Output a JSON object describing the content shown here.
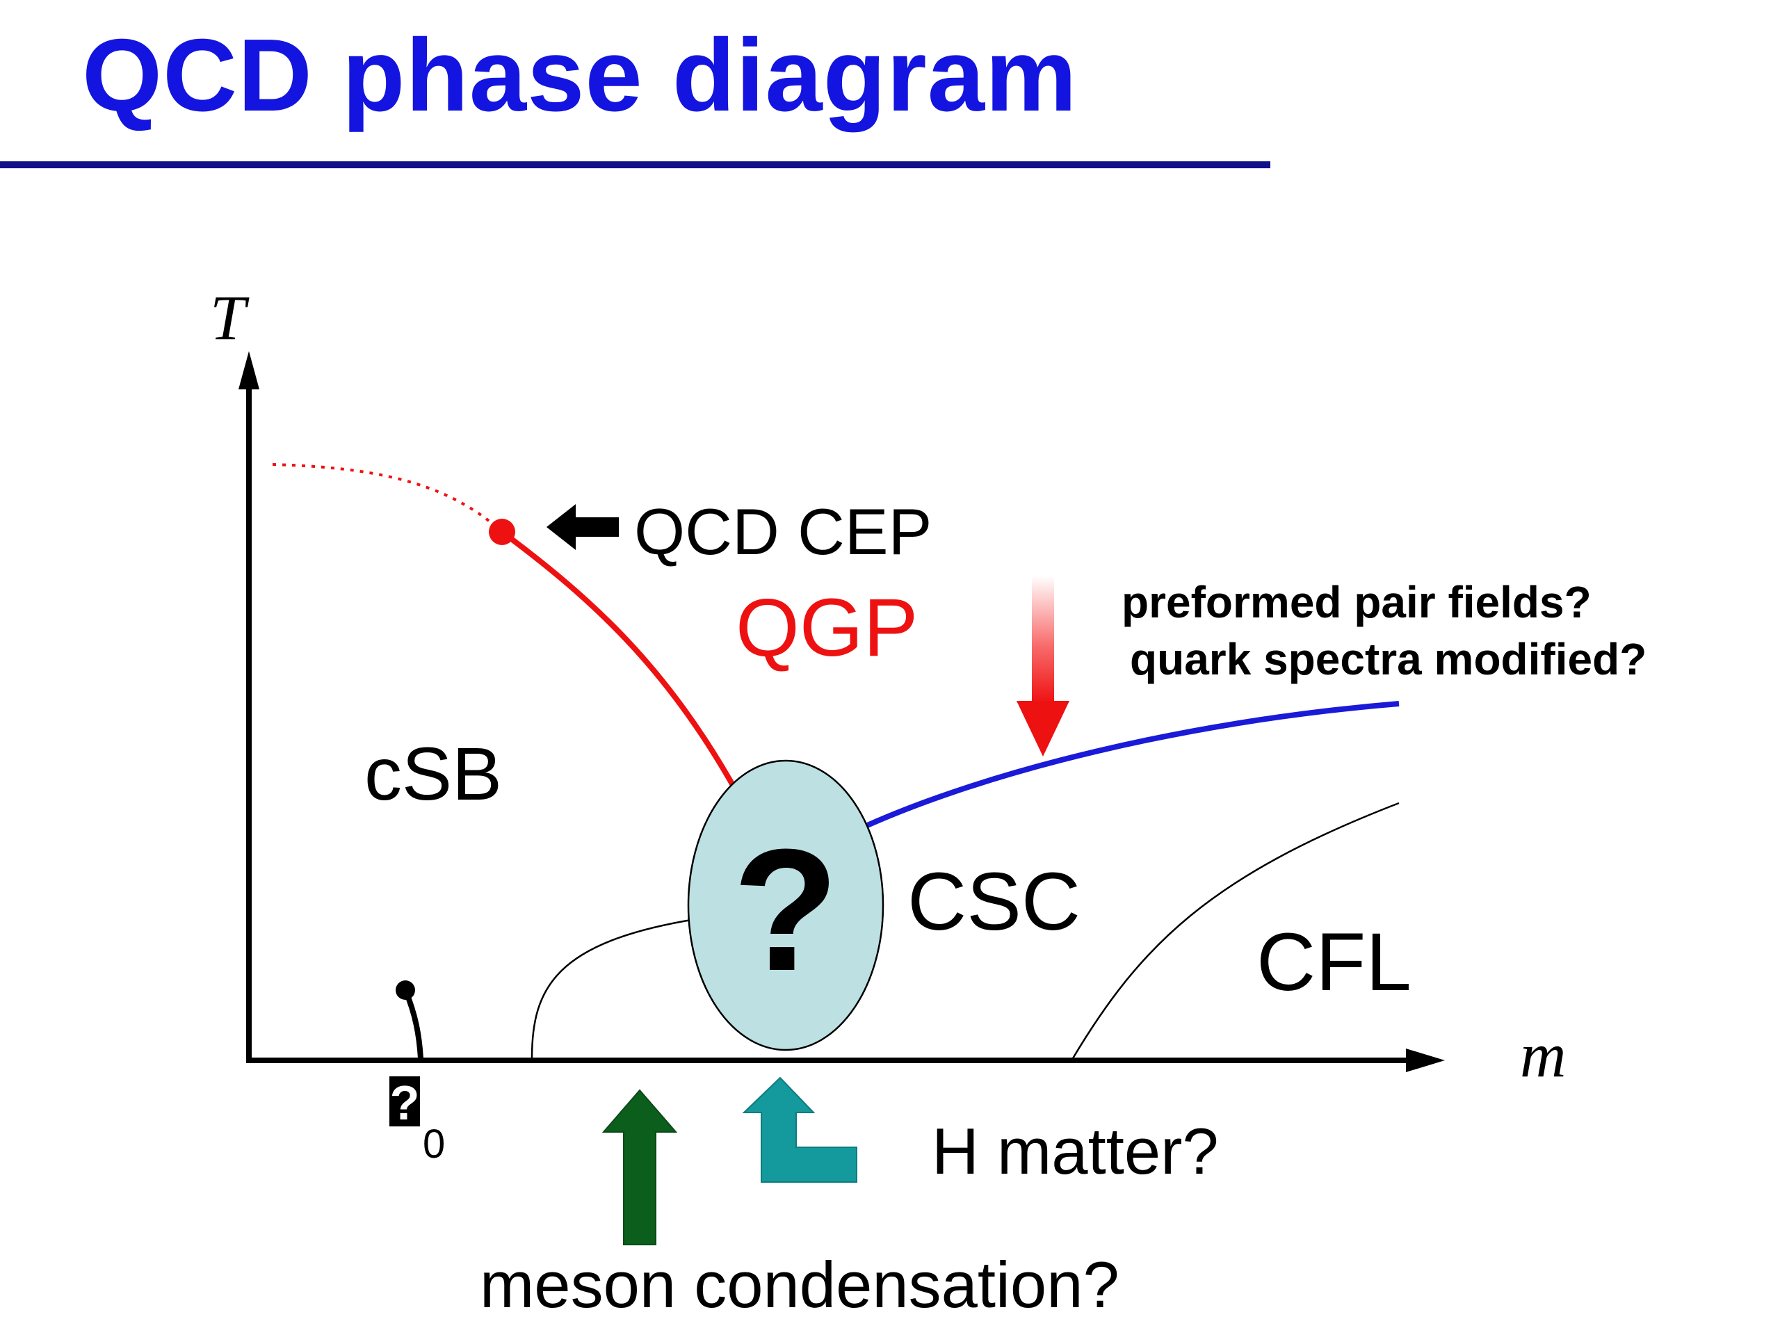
{
  "title": "QCD phase diagram",
  "axes": {
    "y_label": "T",
    "x_label": "m"
  },
  "labels": {
    "cep": "QCD CEP",
    "qgp": "QGP",
    "csb": "cSB",
    "csc": "CSC",
    "cfl": "CFL",
    "unknown_region": "?",
    "mu0_symbol": "?",
    "mu0_subscript": "0",
    "preformed": "preformed pair fields?",
    "quark_spectra": "quark spectra modified?",
    "h_matter": "H matter?",
    "meson": "meson condensation?"
  },
  "colors": {
    "title": "#1414e0",
    "rule": "#10108a",
    "phase_line_red": "#ee1111",
    "phase_line_blue": "#1a1ad8",
    "unknown_fill": "#bde0e3",
    "arrow_green": "#0b5e1c",
    "arrow_teal": "#14999c",
    "arrow_black": "#000000"
  },
  "icons": [
    "left-arrow-icon",
    "down-arrow-icon",
    "up-arrow-icon",
    "corner-up-arrow-icon"
  ]
}
